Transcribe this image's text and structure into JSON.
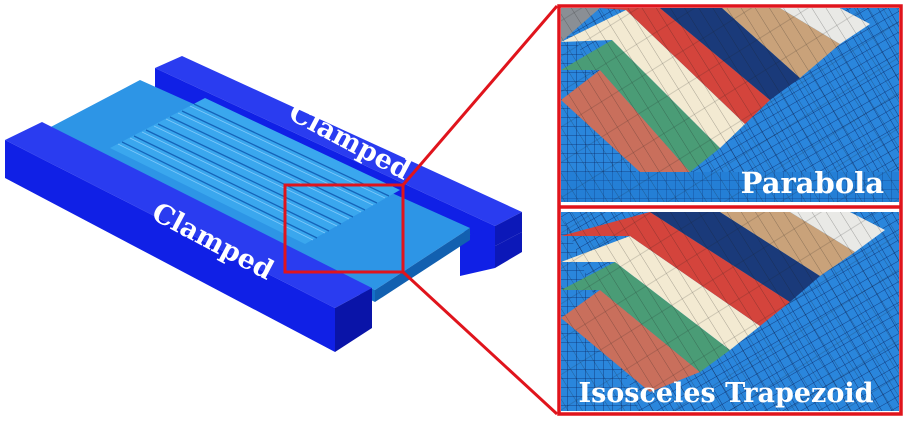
{
  "labels": {
    "clamped_top": "Clamped",
    "clamped_bottom": "Clamped",
    "parabola": "Parabola",
    "trapezoid": "Isosceles Trapezoid"
  },
  "colors": {
    "clamp_blue": "#1020e6",
    "plate_blue": "#1e8fe0",
    "mesh_blue": "#1f7fd8",
    "highlight_red": "#e0141c",
    "stiffener_palette": [
      "#c96f5c",
      "#4a9c76",
      "#f3ead2",
      "#d4443c",
      "#1a3a7a",
      "#c9a27a",
      "#e9e9e6",
      "#b8ccd8"
    ]
  }
}
